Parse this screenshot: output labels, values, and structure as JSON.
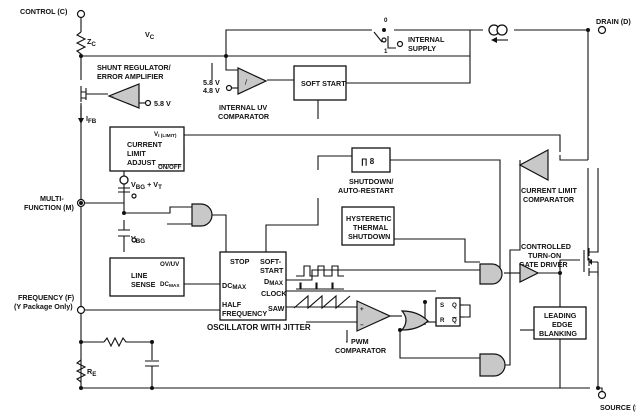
{
  "pins": {
    "control": "CONTROL (C)",
    "drain": "DRAIN (D)",
    "source": "SOURCE (S)",
    "multifunction_line1": "MULTI-",
    "multifunction_line2": "FUNCTION (M)",
    "frequency_line1": "FREQUENCY (F)",
    "frequency_line2": "(Y Package Only)"
  },
  "components": {
    "zc": "Z",
    "zc_sub": "C",
    "vc": "V",
    "vc_sub": "C",
    "ifb": "I",
    "ifb_sub": "FB",
    "re": "R",
    "re_sub": "E",
    "shunt_line1": "SHUNT REGULATOR/",
    "shunt_line2": "ERROR AMPLIFIER",
    "shunt_ref": "5.8 V",
    "uv_ref1": "5.8 V",
    "uv_ref2": "4.8 V",
    "uv_line1": "INTERNAL UV",
    "uv_line2": "COMPARATOR",
    "switch_0": "0",
    "switch_1": "1",
    "supply_line1": "INTERNAL",
    "supply_line2": "SUPPLY",
    "soft_start": "SOFT START",
    "current_limit_line1": "CURRENT",
    "current_limit_line2": "LIMIT",
    "current_limit_line3": "ADJUST",
    "vi_limit": "V",
    "vi_limit_sub": "I (LIMIT)",
    "on_off": "ON/OFF",
    "vbg_vt": "V",
    "vbg_vt_sub": "BG",
    "vbg_vt_tail": " + V",
    "vbg_vt_sub2": "T",
    "vbg": "V",
    "vbg_sub": "BG",
    "line_sense_line1": "LINE",
    "line_sense_line2": "SENSE",
    "ov_uv": "OV/UV",
    "dcmax": "DC",
    "dcmax_sub": "MAX",
    "shutdown_symbol": "∏ 8",
    "shutdown_line1": "SHUTDOWN/",
    "shutdown_line2": "AUTO-RESTART",
    "thermal_line1": "HYSTERETIC",
    "thermal_line2": "THERMAL",
    "thermal_line3": "SHUTDOWN",
    "cl_comp_line1": "CURRENT LIMIT",
    "cl_comp_line2": "COMPARATOR",
    "driver_line1": "CONTROLLED",
    "driver_line2": "TURN-ON",
    "driver_line3": "GATE DRIVER",
    "leb_line1": "LEADING",
    "leb_line2": "EDGE",
    "leb_line3": "BLANKING",
    "osc_stop": "STOP",
    "osc_soft1": "SOFT-",
    "osc_soft2": "START",
    "osc_dcmax_out": "D",
    "osc_dcmax_out_sub": "MAX",
    "osc_dcmax_in": "DC",
    "osc_dcmax_in_sub": "MAX",
    "osc_clock": "CLOCK",
    "osc_saw": "SAW",
    "osc_half1": "HALF",
    "osc_half2": "FREQUENCY",
    "osc_title": "OSCILLATOR WITH JITTER",
    "pwm_line1": "PWM",
    "pwm_line2": "COMPARATOR",
    "ff_s": "S",
    "ff_r": "R",
    "ff_q": "Q",
    "ff_qbar": "Q"
  }
}
